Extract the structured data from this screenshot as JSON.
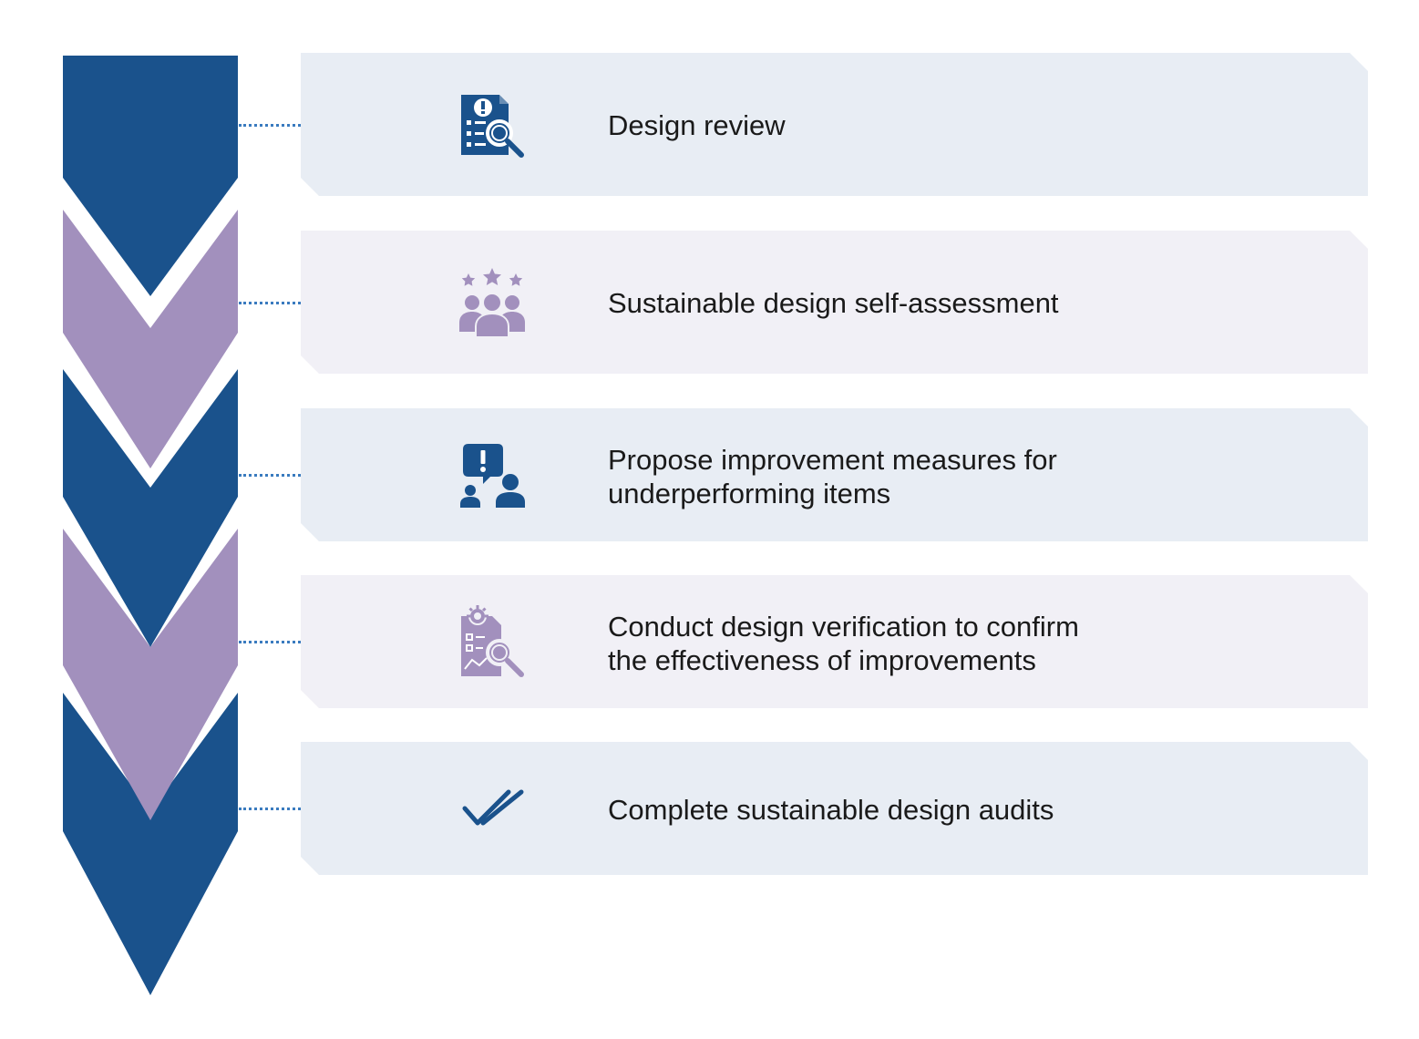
{
  "colors": {
    "navy": "#1a528c",
    "lavender": "#a290bd",
    "card_blue": "#e8edf4",
    "card_lavender": "#f1f0f6",
    "connector": "#3a7bbf",
    "text": "#1a1a1a"
  },
  "steps": [
    {
      "label": "Design review",
      "icon": "document-review-icon",
      "theme": "navy"
    },
    {
      "label": "Sustainable design self-assessment",
      "icon": "team-rating-icon",
      "theme": "lavender"
    },
    {
      "label": "Propose improvement measures for\nunderperforming items",
      "icon": "consultation-icon",
      "theme": "navy"
    },
    {
      "label": "Conduct design verification to confirm\nthe effectiveness of improvements",
      "icon": "verification-icon",
      "theme": "lavender"
    },
    {
      "label": "Complete sustainable design audits",
      "icon": "double-check-icon",
      "theme": "navy"
    }
  ]
}
